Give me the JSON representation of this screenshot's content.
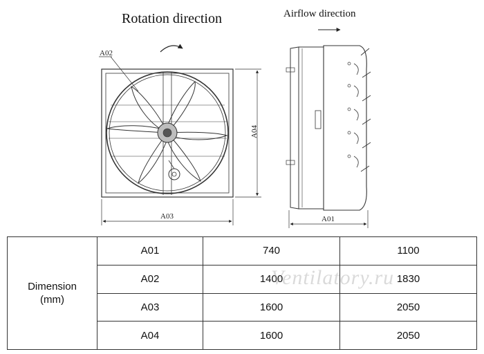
{
  "titles": {
    "rotation": "Rotation direction",
    "airflow": "Airflow direction"
  },
  "labels": {
    "a01": "A01",
    "a02": "A02",
    "a03": "A03",
    "a04": "A04"
  },
  "table": {
    "row_header": [
      "Dimension",
      "(mm)"
    ],
    "rows": [
      {
        "name": "A01",
        "v1": "740",
        "v2": "1100"
      },
      {
        "name": "A02",
        "v1": "1400",
        "v2": "1830"
      },
      {
        "name": "A03",
        "v1": "1600",
        "v2": "2050"
      },
      {
        "name": "A04",
        "v1": "1600",
        "v2": "2050"
      }
    ]
  },
  "watermark": "Ventilatory.ru"
}
